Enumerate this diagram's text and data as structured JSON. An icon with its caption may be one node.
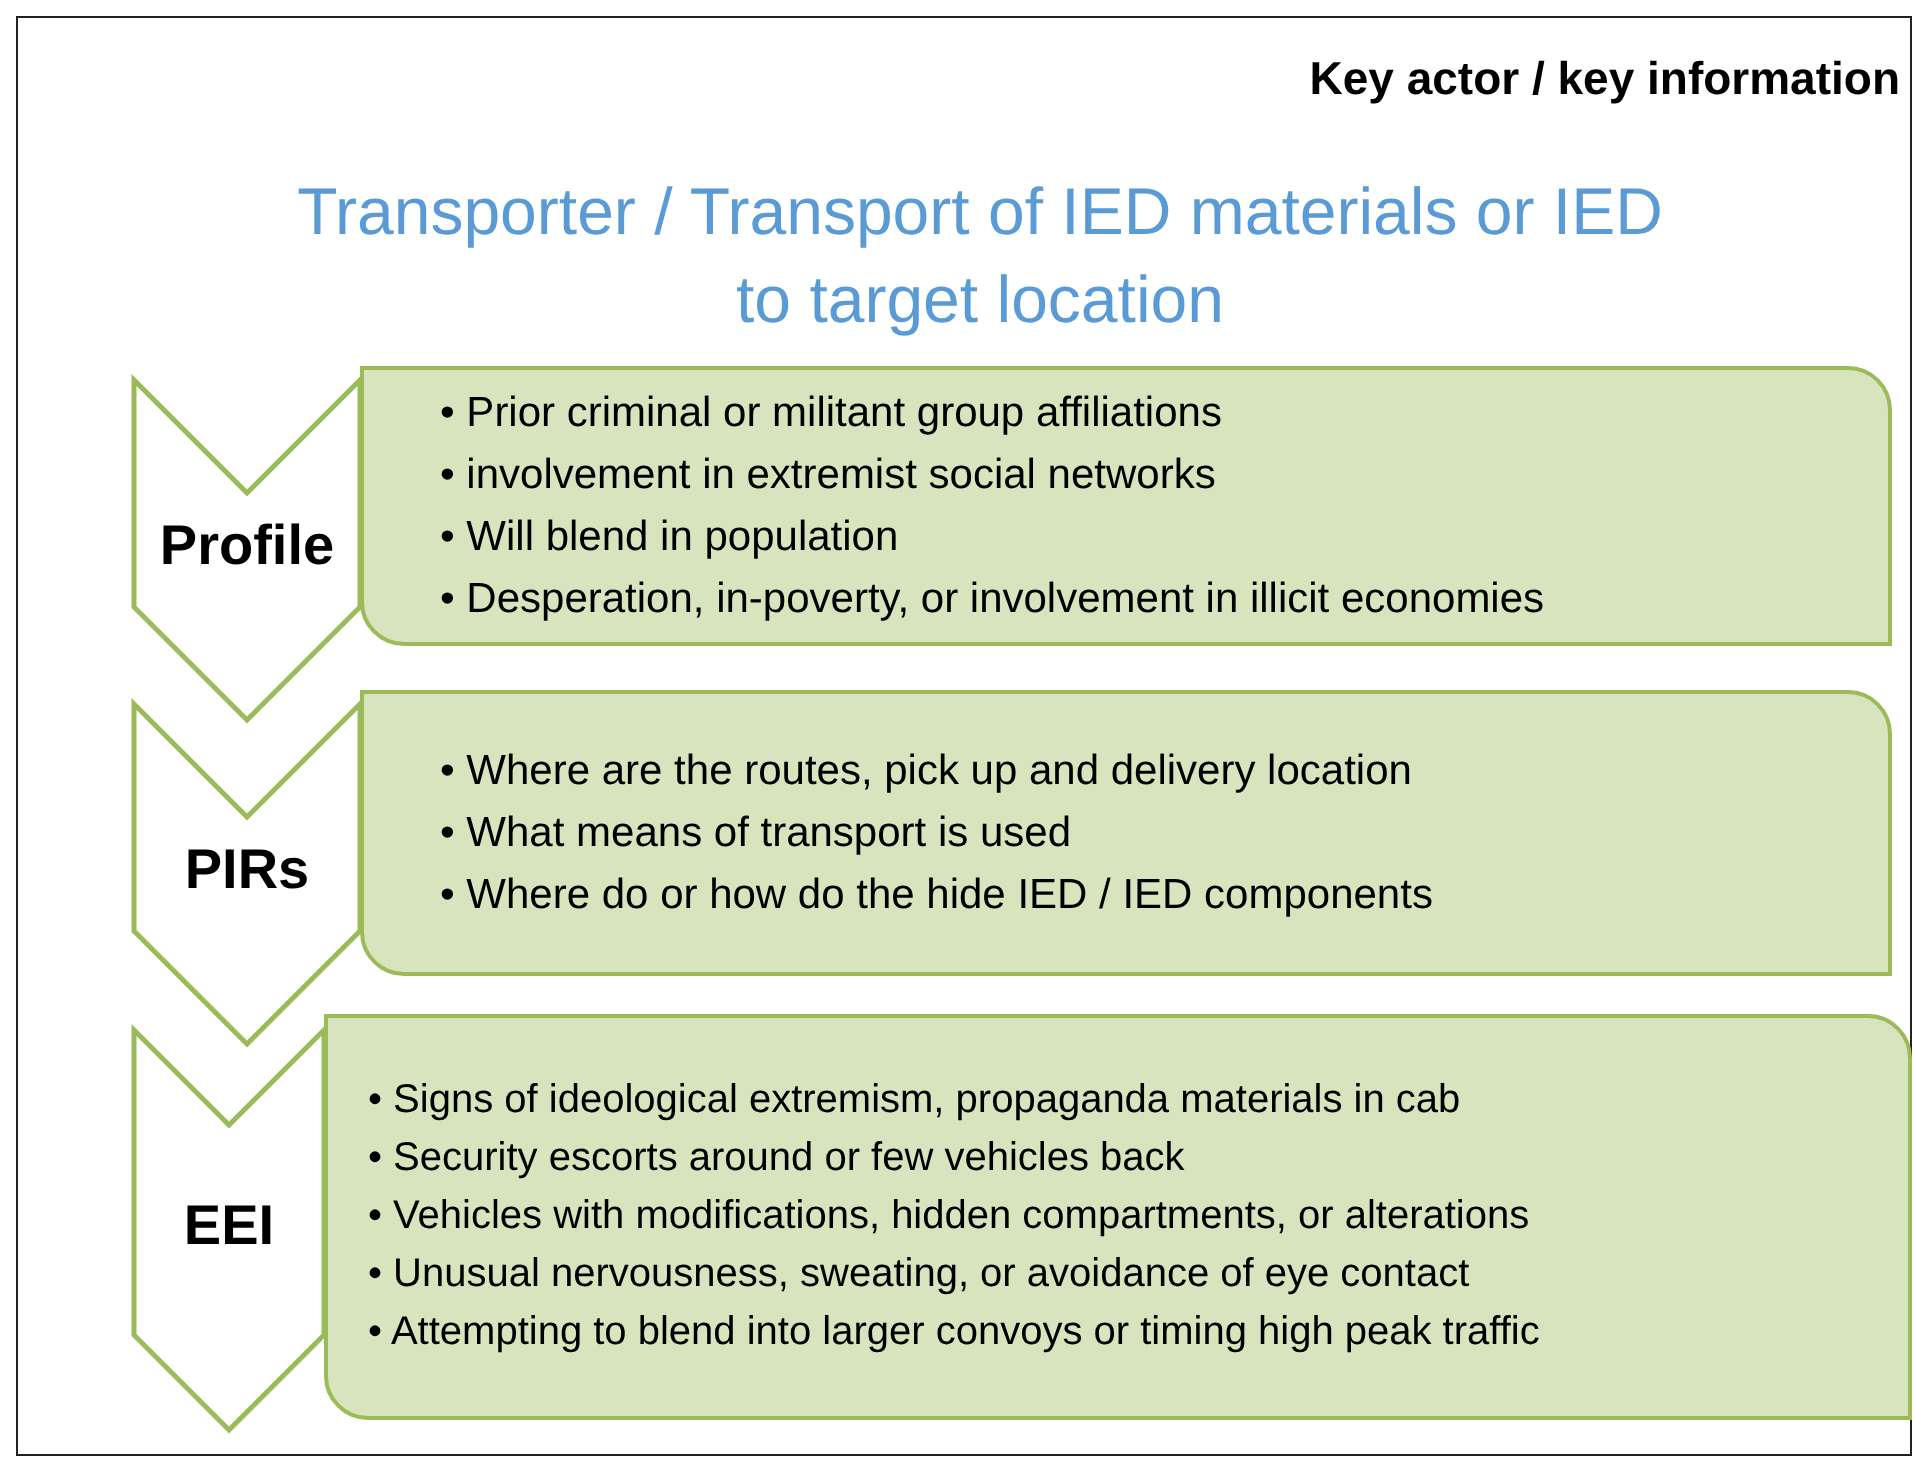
{
  "diagram": {
    "title": "Transporter / Transport of IED materials or IED to target location",
    "nodes": [
      {
        "text": [
          "Profile"
        ]
      },
      {
        "text": [
          "• Prior criminal or militant group affiliations",
          "• involvement in extremist social networks",
          "• Will blend in population",
          "• Desperation, in-poverty, or involvement in illicit economies"
        ]
      },
      {
        "text": [
          "PIRs"
        ]
      },
      {
        "text": [
          "• Where are the routes, pick up and delivery location",
          "• What means of transport is used",
          "• Where do or how do the hide IED / IED components"
        ]
      },
      {
        "text": [
          "EEI"
        ]
      },
      {
        "text": [
          "• Signs of ideological extremism, propaganda materials in cab",
          "• Security escorts around or few vehicles back",
          "• Vehicles with modifications, hidden compartments, or alterations",
          "• Unusual nervousness, sweating, or avoidance of eye contact",
          "• Attempting to blend into larger convoys or timing high peak traffic"
        ]
      }
    ],
    "labels": [
      "Key actor / key information"
    ]
  }
}
